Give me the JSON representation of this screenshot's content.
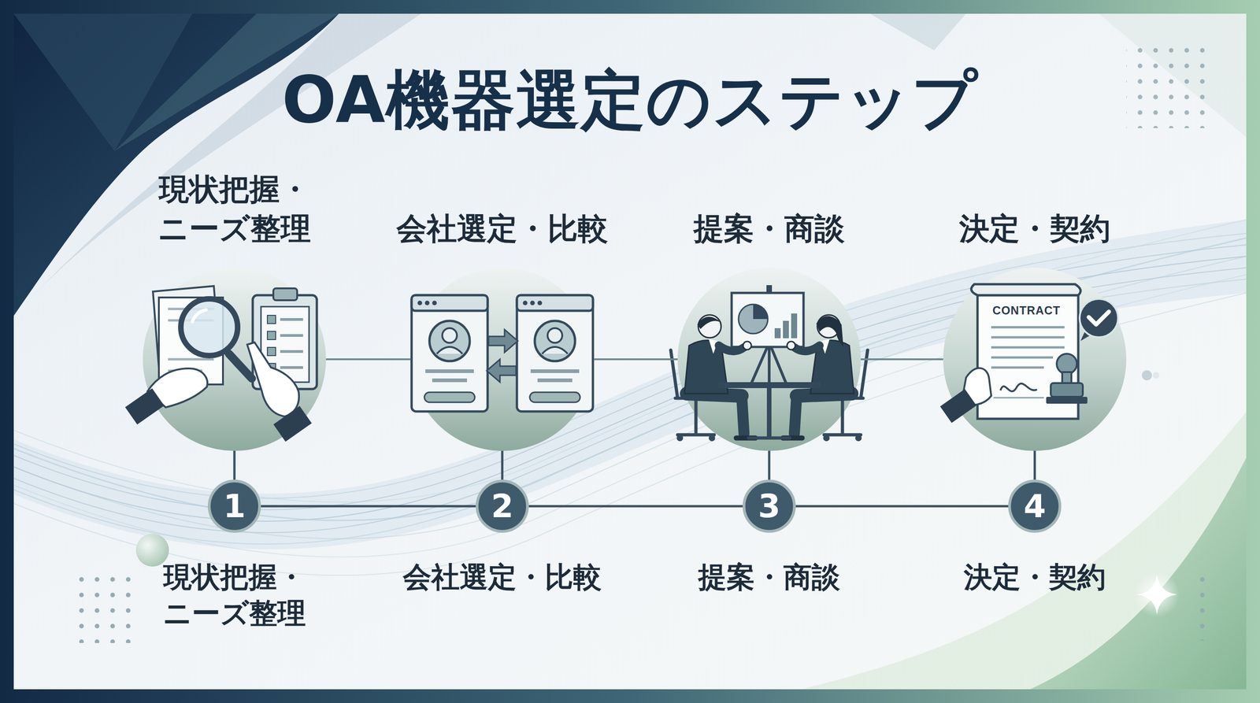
{
  "diagram": {
    "title": "OA機器選定のステップ",
    "nodes": [
      {
        "text": [
          "現状把握・ ニーズ整理"
        ]
      },
      {
        "text": [
          "会社選定・比較"
        ]
      },
      {
        "text": [
          "提案・商談"
        ]
      },
      {
        "text": [
          "決定・契約"
        ]
      },
      {
        "text": [
          "1",
          "現状把握・ ニーズ整理"
        ]
      },
      {
        "text": [
          "2",
          "会社選定・比較"
        ]
      },
      {
        "text": [
          "3",
          "提案・商談"
        ]
      },
      {
        "text": [
          "4",
          "決定・契約"
        ]
      }
    ],
    "edges": [
      {
        "from": 0,
        "to": 1,
        "arrow": "none"
      },
      {
        "from": 1,
        "to": 2,
        "arrow": "none"
      },
      {
        "from": 2,
        "to": 3,
        "arrow": "none"
      },
      {
        "from": 0,
        "to": 4,
        "arrow": "none"
      },
      {
        "from": 1,
        "to": 5,
        "arrow": "none"
      },
      {
        "from": 2,
        "to": 6,
        "arrow": "none"
      },
      {
        "from": 3,
        "to": 7,
        "arrow": "none"
      },
      {
        "from": 4,
        "to": 5,
        "arrow": "none"
      },
      {
        "from": 5,
        "to": 6,
        "arrow": "none"
      },
      {
        "from": 6,
        "to": 7,
        "arrow": "none"
      }
    ],
    "labels": [
      "CONTRACT"
    ]
  }
}
